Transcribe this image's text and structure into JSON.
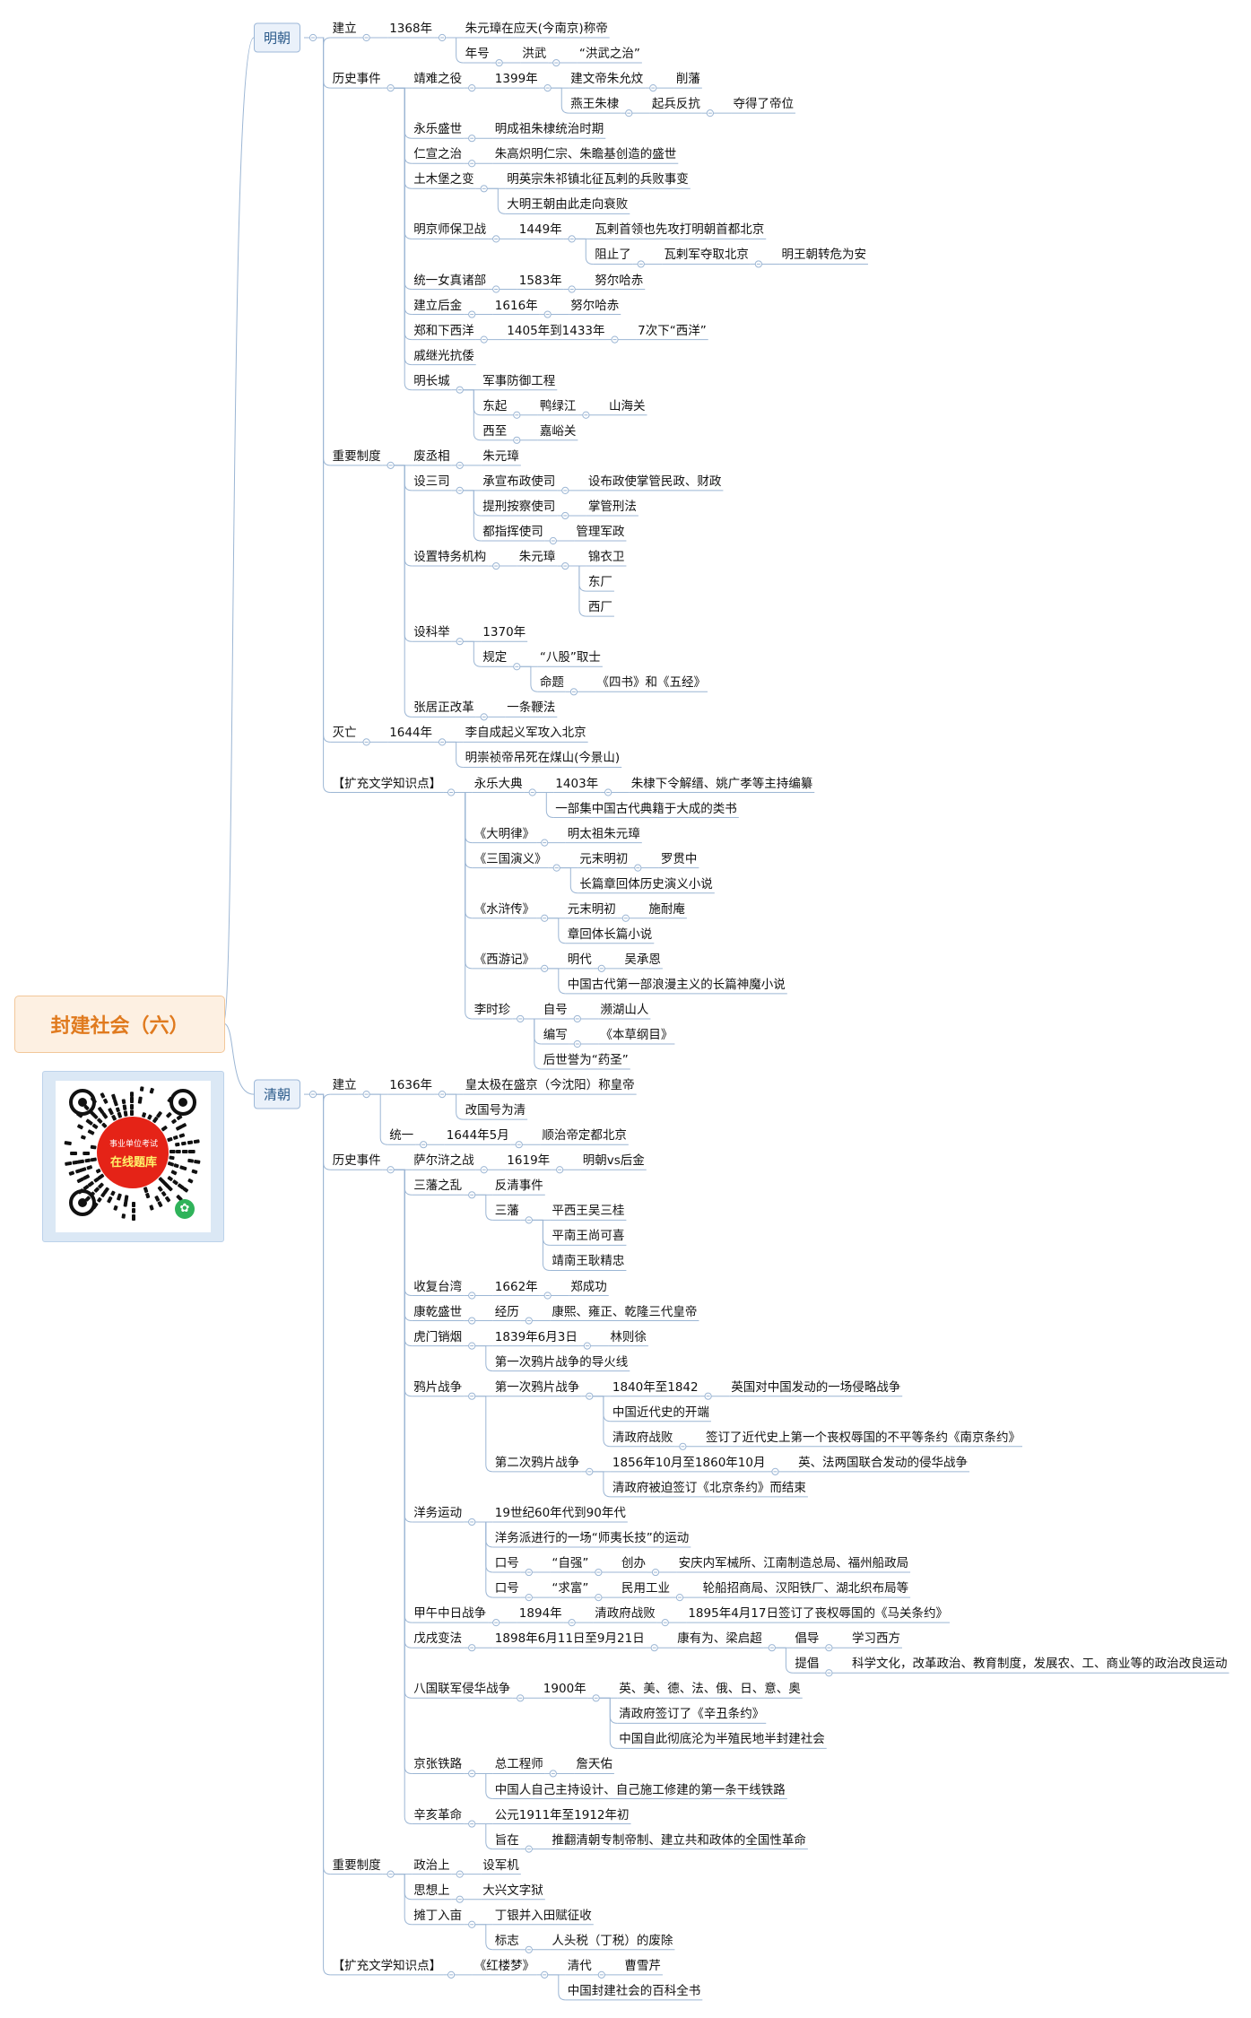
{
  "root": {
    "title": "封建社会（六）"
  },
  "qr": {
    "line1": "事业单位考试",
    "line2": "在线题库"
  },
  "tree": [
    {
      "t": "明朝",
      "c": [
        {
          "t": "建立",
          "c": [
            {
              "t": "1368年",
              "c": [
                {
                  "t": "朱元璋在应天(今南京)称帝"
                },
                {
                  "t": "年号",
                  "c": [
                    {
                      "t": "洪武",
                      "c": [
                        {
                          "t": "“洪武之治”"
                        }
                      ]
                    }
                  ]
                }
              ]
            }
          ]
        },
        {
          "t": "历史事件",
          "c": [
            {
              "t": "靖难之役",
              "c": [
                {
                  "t": "1399年",
                  "c": [
                    {
                      "t": "建文帝朱允炆",
                      "c": [
                        {
                          "t": "削藩"
                        }
                      ]
                    },
                    {
                      "t": "燕王朱棣",
                      "c": [
                        {
                          "t": "起兵反抗",
                          "c": [
                            {
                              "t": "夺得了帝位"
                            }
                          ]
                        }
                      ]
                    }
                  ]
                }
              ]
            },
            {
              "t": "永乐盛世",
              "c": [
                {
                  "t": "明成祖朱棣统治时期"
                }
              ]
            },
            {
              "t": "仁宣之治",
              "c": [
                {
                  "t": "朱高炽明仁宗、朱瞻基创造的盛世"
                }
              ]
            },
            {
              "t": "土木堡之变",
              "c": [
                {
                  "t": "明英宗朱祁镇北征瓦剌的兵败事变"
                },
                {
                  "t": "大明王朝由此走向衰败"
                }
              ]
            },
            {
              "t": "明京师保卫战",
              "c": [
                {
                  "t": "1449年",
                  "c": [
                    {
                      "t": "瓦剌首领也先攻打明朝首都北京"
                    },
                    {
                      "t": "阻止了",
                      "c": [
                        {
                          "t": "瓦剌军夺取北京",
                          "c": [
                            {
                              "t": "明王朝转危为安"
                            }
                          ]
                        }
                      ]
                    }
                  ]
                }
              ]
            },
            {
              "t": "统一女真诸部",
              "c": [
                {
                  "t": "1583年",
                  "c": [
                    {
                      "t": "努尔哈赤"
                    }
                  ]
                }
              ]
            },
            {
              "t": "建立后金",
              "c": [
                {
                  "t": "1616年",
                  "c": [
                    {
                      "t": "努尔哈赤"
                    }
                  ]
                }
              ]
            },
            {
              "t": "郑和下西洋",
              "c": [
                {
                  "t": "1405年到1433年",
                  "c": [
                    {
                      "t": "7次下“西洋”"
                    }
                  ]
                }
              ]
            },
            {
              "t": "戚继光抗倭"
            },
            {
              "t": "明长城",
              "c": [
                {
                  "t": "军事防御工程"
                },
                {
                  "t": "东起",
                  "c": [
                    {
                      "t": "鸭绿江",
                      "c": [
                        {
                          "t": "山海关"
                        }
                      ]
                    }
                  ]
                },
                {
                  "t": "西至",
                  "c": [
                    {
                      "t": "嘉峪关"
                    }
                  ]
                }
              ]
            }
          ]
        },
        {
          "t": "重要制度",
          "c": [
            {
              "t": "废丞相",
              "c": [
                {
                  "t": "朱元璋"
                }
              ]
            },
            {
              "t": "设三司",
              "c": [
                {
                  "t": "承宣布政使司",
                  "c": [
                    {
                      "t": "设布政使掌管民政、财政"
                    }
                  ]
                },
                {
                  "t": "提刑按察使司",
                  "c": [
                    {
                      "t": "掌管刑法"
                    }
                  ]
                },
                {
                  "t": "都指挥使司",
                  "c": [
                    {
                      "t": "管理军政"
                    }
                  ]
                }
              ]
            },
            {
              "t": "设置特务机构",
              "c": [
                {
                  "t": "朱元璋",
                  "c": [
                    {
                      "t": "锦衣卫"
                    },
                    {
                      "t": "东厂"
                    },
                    {
                      "t": "西厂"
                    }
                  ]
                }
              ]
            },
            {
              "t": "设科举",
              "c": [
                {
                  "t": "1370年"
                },
                {
                  "t": "规定",
                  "c": [
                    {
                      "t": "“八股”取士"
                    },
                    {
                      "t": "命题",
                      "c": [
                        {
                          "t": "《四书》和《五经》"
                        }
                      ]
                    }
                  ]
                }
              ]
            },
            {
              "t": "张居正改革",
              "c": [
                {
                  "t": "一条鞭法"
                }
              ]
            }
          ]
        },
        {
          "t": "灭亡",
          "c": [
            {
              "t": "1644年",
              "c": [
                {
                  "t": "李自成起义军攻入北京"
                },
                {
                  "t": "明崇祯帝吊死在煤山(今景山)"
                }
              ]
            }
          ]
        },
        {
          "t": "【扩充文学知识点】",
          "c": [
            {
              "t": "永乐大典",
              "c": [
                {
                  "t": "1403年",
                  "c": [
                    {
                      "t": "朱棣下令解缙、姚广孝等主持编纂"
                    }
                  ]
                },
                {
                  "t": "一部集中国古代典籍于大成的类书"
                }
              ]
            },
            {
              "t": "《大明律》",
              "c": [
                {
                  "t": "明太祖朱元璋"
                }
              ]
            },
            {
              "t": "《三国演义》",
              "c": [
                {
                  "t": "元末明初",
                  "c": [
                    {
                      "t": "罗贯中"
                    }
                  ]
                },
                {
                  "t": "长篇章回体历史演义小说"
                }
              ]
            },
            {
              "t": "《水浒传》",
              "c": [
                {
                  "t": "元末明初",
                  "c": [
                    {
                      "t": "施耐庵"
                    }
                  ]
                },
                {
                  "t": "章回体长篇小说"
                }
              ]
            },
            {
              "t": "《西游记》",
              "c": [
                {
                  "t": "明代",
                  "c": [
                    {
                      "t": "吴承恩"
                    }
                  ]
                },
                {
                  "t": "中国古代第一部浪漫主义的长篇神魔小说"
                }
              ]
            },
            {
              "t": "李时珍",
              "c": [
                {
                  "t": "自号",
                  "c": [
                    {
                      "t": "濒湖山人"
                    }
                  ]
                },
                {
                  "t": "编写",
                  "c": [
                    {
                      "t": "《本草纲目》"
                    }
                  ]
                },
                {
                  "t": "后世誉为“药圣”"
                }
              ]
            }
          ]
        }
      ]
    },
    {
      "t": "清朝",
      "c": [
        {
          "t": "建立",
          "c": [
            {
              "t": "1636年",
              "c": [
                {
                  "t": "皇太极在盛京（今沈阳）称皇帝"
                },
                {
                  "t": "改国号为清"
                }
              ]
            },
            {
              "t": "统一",
              "c": [
                {
                  "t": "1644年5月",
                  "c": [
                    {
                      "t": "顺治帝定都北京"
                    }
                  ]
                }
              ]
            }
          ]
        },
        {
          "t": "历史事件",
          "c": [
            {
              "t": "萨尔浒之战",
              "c": [
                {
                  "t": "1619年",
                  "c": [
                    {
                      "t": "明朝vs后金"
                    }
                  ]
                }
              ]
            },
            {
              "t": "三藩之乱",
              "c": [
                {
                  "t": "反清事件"
                },
                {
                  "t": "三藩",
                  "c": [
                    {
                      "t": "平西王吴三桂"
                    },
                    {
                      "t": "平南王尚可喜"
                    },
                    {
                      "t": "靖南王耿精忠"
                    }
                  ]
                }
              ]
            },
            {
              "t": "收复台湾",
              "c": [
                {
                  "t": "1662年",
                  "c": [
                    {
                      "t": "郑成功"
                    }
                  ]
                }
              ]
            },
            {
              "t": "康乾盛世",
              "c": [
                {
                  "t": "经历",
                  "c": [
                    {
                      "t": "康熙、雍正、乾隆三代皇帝"
                    }
                  ]
                }
              ]
            },
            {
              "t": "虎门销烟",
              "c": [
                {
                  "t": "1839年6月3日",
                  "c": [
                    {
                      "t": "林则徐"
                    }
                  ]
                },
                {
                  "t": "第一次鸦片战争的导火线"
                }
              ]
            },
            {
              "t": "鸦片战争",
              "c": [
                {
                  "t": "第一次鸦片战争",
                  "c": [
                    {
                      "t": "1840年至1842",
                      "c": [
                        {
                          "t": "英国对中国发动的一场侵略战争"
                        }
                      ]
                    },
                    {
                      "t": "中国近代史的开端"
                    },
                    {
                      "t": "清政府战败",
                      "c": [
                        {
                          "t": "签订了近代史上第一个丧权辱国的不平等条约《南京条约》"
                        }
                      ]
                    }
                  ]
                },
                {
                  "t": "第二次鸦片战争",
                  "c": [
                    {
                      "t": "1856年10月至1860年10月",
                      "c": [
                        {
                          "t": "英、法两国联合发动的侵华战争"
                        }
                      ]
                    },
                    {
                      "t": "清政府被迫签订《北京条约》而结束"
                    }
                  ]
                }
              ]
            },
            {
              "t": "洋务运动",
              "c": [
                {
                  "t": "19世纪60年代到90年代"
                },
                {
                  "t": "洋务派进行的一场“师夷长技”的运动"
                },
                {
                  "t": "口号",
                  "c": [
                    {
                      "t": "“自强”",
                      "c": [
                        {
                          "t": "创办",
                          "c": [
                            {
                              "t": "安庆内军械所、江南制造总局、福州船政局"
                            }
                          ]
                        }
                      ]
                    }
                  ]
                },
                {
                  "t": "口号",
                  "c": [
                    {
                      "t": "“求富”",
                      "c": [
                        {
                          "t": "民用工业",
                          "c": [
                            {
                              "t": "轮船招商局、汉阳铁厂、湖北织布局等"
                            }
                          ]
                        }
                      ]
                    }
                  ]
                }
              ]
            },
            {
              "t": "甲午中日战争",
              "c": [
                {
                  "t": "1894年",
                  "c": [
                    {
                      "t": "清政府战败",
                      "c": [
                        {
                          "t": "1895年4月17日签订了丧权辱国的《马关条约》"
                        }
                      ]
                    }
                  ]
                }
              ]
            },
            {
              "t": "戊戌变法",
              "c": [
                {
                  "t": "1898年6月11日至9月21日",
                  "c": [
                    {
                      "t": "康有为、梁启超",
                      "c": [
                        {
                          "t": "倡导",
                          "c": [
                            {
                              "t": "学习西方"
                            }
                          ]
                        },
                        {
                          "t": "提倡",
                          "c": [
                            {
                              "t": "科学文化，改革政治、教育制度，发展农、工、商业等的政治改良运动"
                            }
                          ]
                        }
                      ]
                    }
                  ]
                }
              ]
            },
            {
              "t": "八国联军侵华战争",
              "c": [
                {
                  "t": "1900年",
                  "c": [
                    {
                      "t": "英、美、德、法、俄、日、意、奥"
                    },
                    {
                      "t": "清政府签订了《辛丑条约》"
                    },
                    {
                      "t": "中国自此彻底沦为半殖民地半封建社会"
                    }
                  ]
                }
              ]
            },
            {
              "t": "京张铁路",
              "c": [
                {
                  "t": "总工程师",
                  "c": [
                    {
                      "t": "詹天佑"
                    }
                  ]
                },
                {
                  "t": "中国人自己主持设计、自己施工修建的第一条干线铁路"
                }
              ]
            },
            {
              "t": "辛亥革命",
              "c": [
                {
                  "t": "公元1911年至1912年初"
                },
                {
                  "t": "旨在",
                  "c": [
                    {
                      "t": "推翻清朝专制帝制、建立共和政体的全国性革命"
                    }
                  ]
                }
              ]
            }
          ]
        },
        {
          "t": "重要制度",
          "c": [
            {
              "t": "政治上",
              "c": [
                {
                  "t": "设军机"
                }
              ]
            },
            {
              "t": "思想上",
              "c": [
                {
                  "t": "大兴文字狱"
                }
              ]
            },
            {
              "t": "摊丁入亩",
              "c": [
                {
                  "t": "丁银并入田赋征收"
                },
                {
                  "t": "标志",
                  "c": [
                    {
                      "t": "人头税（丁税）的废除"
                    }
                  ]
                }
              ]
            }
          ]
        },
        {
          "t": "【扩充文学知识点】",
          "c": [
            {
              "t": "《红楼梦》",
              "c": [
                {
                  "t": "清代",
                  "c": [
                    {
                      "t": "曹雪芹"
                    }
                  ]
                },
                {
                  "t": "中国封建社会的百科全书"
                }
              ]
            }
          ]
        }
      ]
    }
  ]
}
